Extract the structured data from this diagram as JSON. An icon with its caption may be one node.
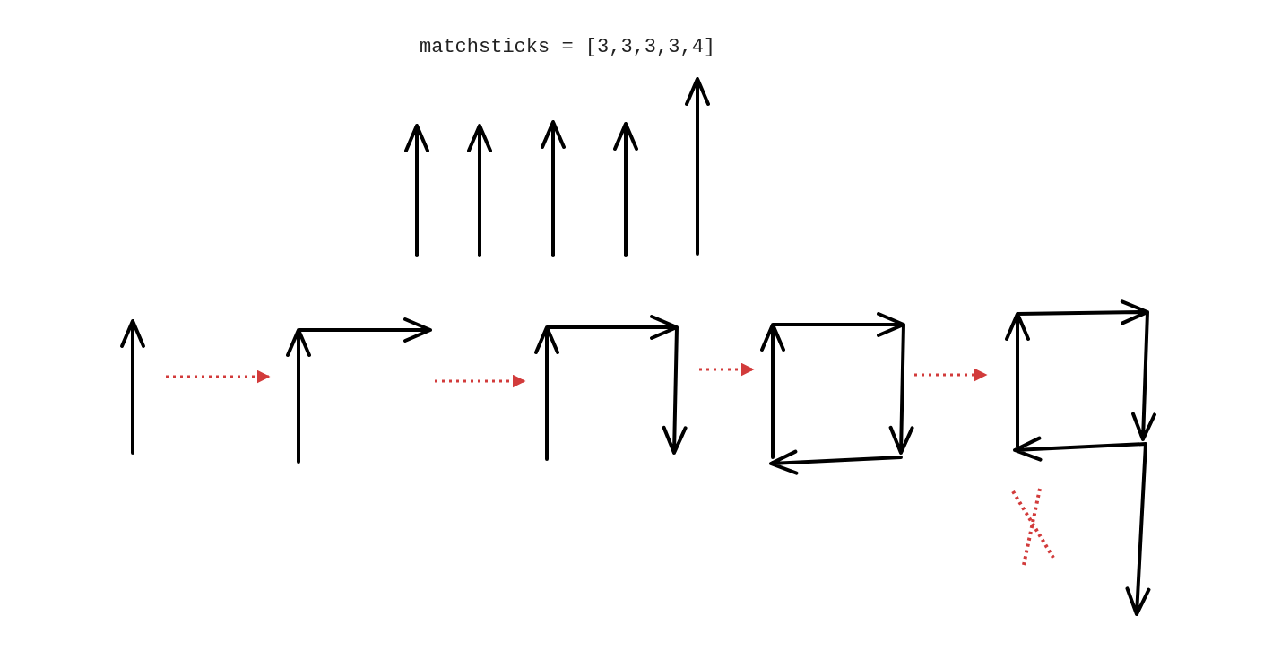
{
  "diagram": {
    "nodes": [
      {
        "text": [],
        "shape": "picture"
      },
      {
        "text": [],
        "shape": "picture"
      },
      {
        "text": [],
        "shape": "picture"
      },
      {
        "text": [],
        "shape": "picture"
      },
      {
        "text": [],
        "shape": "picture"
      }
    ],
    "edges": [
      {
        "from": 0,
        "to": 1,
        "arrow": "to",
        "style": "dashed"
      },
      {
        "from": 1,
        "to": 2,
        "arrow": "to",
        "style": "dashed"
      },
      {
        "from": 2,
        "to": 3,
        "arrow": "to",
        "style": "dashed"
      },
      {
        "from": 3,
        "to": 4,
        "arrow": "to",
        "style": "dashed"
      }
    ],
    "labels": [
      "matchsticks = [3,3,3,3,4]"
    ]
  }
}
